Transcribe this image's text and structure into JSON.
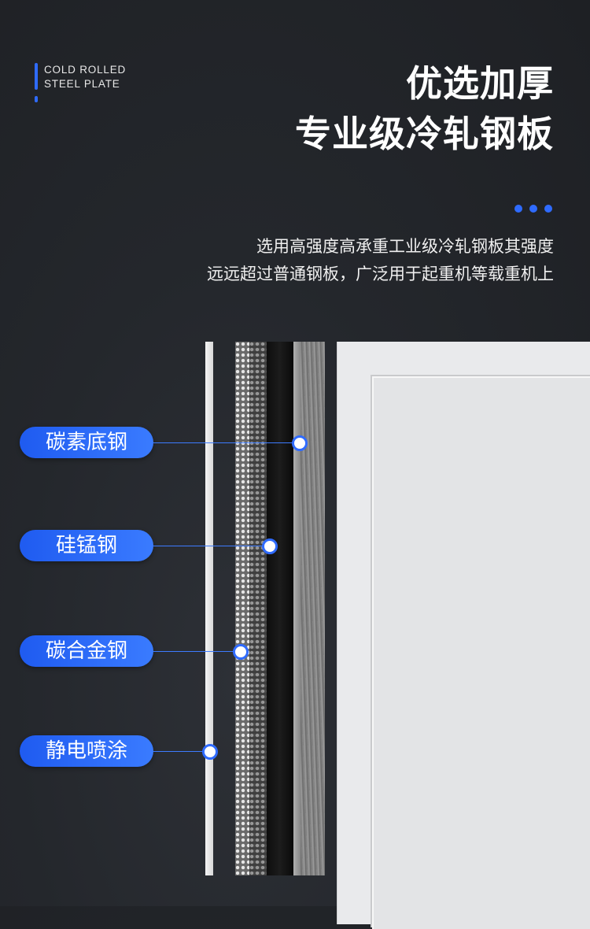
{
  "badge": {
    "line1": "COLD ROLLED",
    "line2": "STEEL PLATE"
  },
  "title": {
    "line1": "优选加厚",
    "line2": "专业级冷轧钢板"
  },
  "description": {
    "line1": "选用高强度高承重工业级冷轧钢板其强度",
    "line2": "远远超过普通钢板，广泛用于起重机等载重机上"
  },
  "labels": [
    {
      "text": "碳素底钢"
    },
    {
      "text": "硅锰钢"
    },
    {
      "text": "碳合金钢"
    },
    {
      "text": "静电喷涂"
    }
  ],
  "colors": {
    "accent": "#2f6bff",
    "background": "#24272c"
  }
}
